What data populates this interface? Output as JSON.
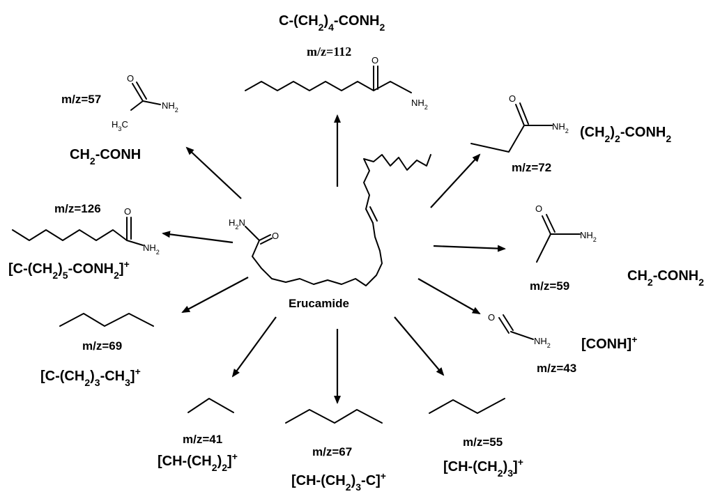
{
  "center": {
    "label": "Erucamide",
    "amide_label": "H2N",
    "amide_o": "O"
  },
  "atoms": {
    "o": "O",
    "nh2": "NH2",
    "h3c": "H3C"
  },
  "fragments": {
    "f112": {
      "mz": "m/z=112",
      "formula": "C-(CH2)4-CONH2"
    },
    "f57": {
      "mz": "m/z=57",
      "formula": "CH2-CONH"
    },
    "f72": {
      "mz": "m/z=72",
      "formula": "(CH2)2-CONH2"
    },
    "f126": {
      "mz": "m/z=126",
      "formula": "[C-(CH2)5-CONH2]+"
    },
    "f59": {
      "mz": "m/z=59",
      "formula": "CH2-CONH2"
    },
    "f69": {
      "mz": "m/z=69",
      "formula": "[C-(CH2)3-CH3]+"
    },
    "f43": {
      "mz": "m/z=43",
      "formula": "[CONH]+"
    },
    "f41": {
      "mz": "m/z=41",
      "formula": "[CH-(CH2)2]+"
    },
    "f67": {
      "mz": "m/z=67",
      "formula": "[CH-(CH2)3-C]+"
    },
    "f55": {
      "mz": "m/z=55",
      "formula": "[CH-(CH2)3]+"
    }
  }
}
